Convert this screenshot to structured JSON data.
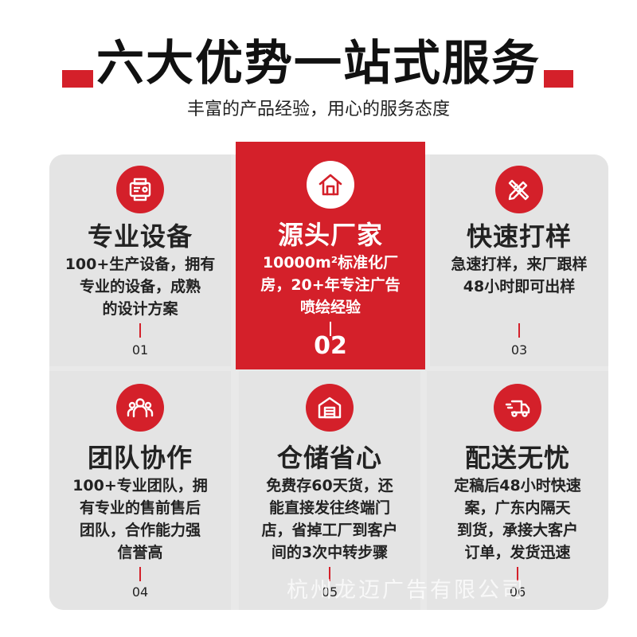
{
  "header": {
    "title": "六大优势一站式服务",
    "subtitle": "丰富的产品经验，用心的服务态度"
  },
  "accent_color": "#d4202a",
  "cards": [
    {
      "icon": "machine-icon",
      "title": "专业设备",
      "lines": [
        "100+生产设备，拥有",
        "专业的设备，成熟",
        "的设计方案"
      ],
      "number": "01"
    },
    {
      "icon": "house-icon",
      "title": "源头厂家",
      "lines": [
        "10000m²标准化厂",
        "房，20+年专注广告",
        "喷绘经验"
      ],
      "number": "02"
    },
    {
      "icon": "pencil-ruler-icon",
      "title": "快速打样",
      "lines": [
        "急速打样，来厂跟样",
        "48小时即可出样"
      ],
      "number": "03"
    },
    {
      "icon": "team-icon",
      "title": "团队协作",
      "lines": [
        "100+专业团队，拥",
        "有专业的售前售后",
        "团队，合作能力强",
        "信誉高"
      ],
      "number": "04"
    },
    {
      "icon": "warehouse-icon",
      "title": "仓储省心",
      "lines": [
        "免费存60天货，还",
        "能直接发往终端门",
        "店，省掉工厂到客户",
        "间的3次中转步骤"
      ],
      "number": "05"
    },
    {
      "icon": "delivery-truck-icon",
      "title": "配送无忧",
      "lines": [
        "定稿后48小时快速",
        "案，广东内隔天",
        "到货，承接大客户",
        "订单，发货迅速"
      ],
      "number": "06"
    }
  ],
  "watermark": "杭州龙迈广告有限公司"
}
